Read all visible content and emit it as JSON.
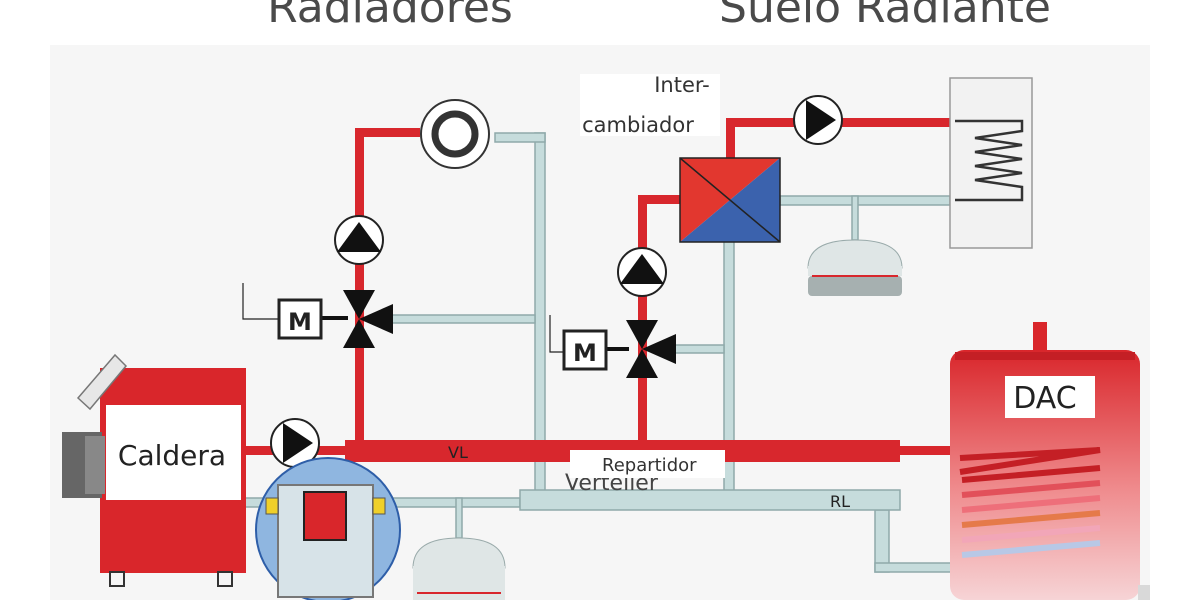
{
  "labels": {
    "radiadores": "Radiadores",
    "suelo": "Suelo Radiante",
    "inter_1": "Inter-",
    "inter_2": "cambiador",
    "motor_1": "M",
    "motor_2": "M",
    "caldera": "Caldera",
    "dac": "DAC",
    "vl": "VL",
    "rl": "RL",
    "repartidor": "Repartidor",
    "verteiler": "Verteiler"
  },
  "colors": {
    "supply": "#d8272d",
    "return": "#c6dcdc",
    "return_edge": "#8fa9aa",
    "exchanger_hot": "#e2372f",
    "exchanger_cold": "#3b62ad",
    "boiler": "#d9262b",
    "tank_top": "#d9262b",
    "buffer_blue": "#8fb6e0",
    "grey": "#666666",
    "expansion_cap": "#b9c6c5"
  },
  "icons": [
    "pump-icon",
    "three-way-valve-icon",
    "motor-icon",
    "radiator-icon",
    "exchanger-icon",
    "expansion-vessel-icon",
    "coil-icon"
  ]
}
